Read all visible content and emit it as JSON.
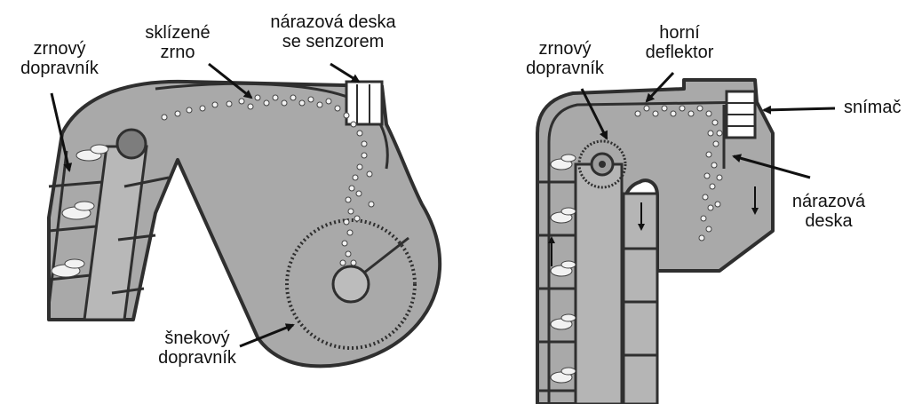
{
  "diagram": {
    "colors": {
      "housing_fill": "#a9a9a9",
      "housing_stroke": "#2f2f2f",
      "grain": "#f2f2f2",
      "arrow": "#111111"
    },
    "left_figure": {
      "labels": {
        "grain_conveyor_1": "zrnový",
        "grain_conveyor_2": "dopravník",
        "harvested_grain_1": "sklízené",
        "harvested_grain_2": "zrno",
        "impact_plate_1": "nárazová deska",
        "impact_plate_2": "se senzorem",
        "auger_1": "šnekový",
        "auger_2": "dopravník"
      }
    },
    "right_figure": {
      "labels": {
        "grain_conveyor_1": "zrnový",
        "grain_conveyor_2": "dopravník",
        "upper_deflector_1": "horní",
        "upper_deflector_2": "deflektor",
        "sensor": "snímač",
        "impact_plate_1": "nárazová",
        "impact_plate_2": "deska"
      }
    }
  }
}
